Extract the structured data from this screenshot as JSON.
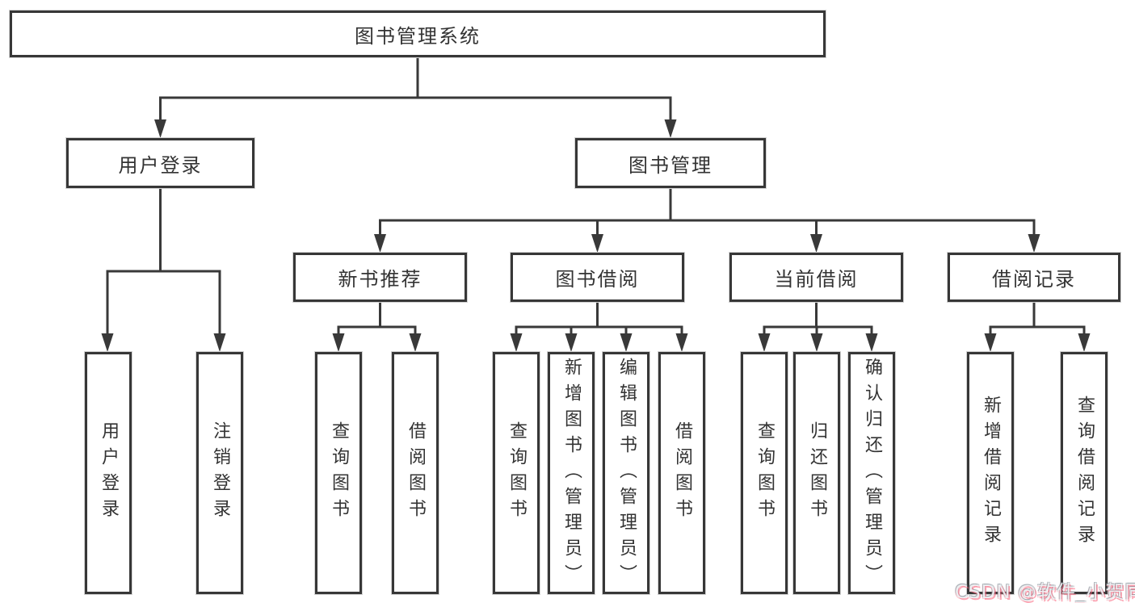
{
  "nodes": {
    "root": "图书管理系统",
    "user_login": "用户登录",
    "book_mgmt": "图书管理",
    "new_books": "新书推荐",
    "book_borrow": "图书借阅",
    "current_borrow": "当前借阅",
    "borrow_records": "借阅记录",
    "leaves": {
      "user_login": [
        "用户登录",
        "注销登录"
      ],
      "new_books": [
        "查询图书",
        "借阅图书"
      ],
      "book_borrow": [
        "查询图书",
        "新增图书（管理员）",
        "编辑图书（管理员）",
        "借阅图书"
      ],
      "current_borrow": [
        "查询图书",
        "归还图书",
        "确认归还（管理员）"
      ],
      "borrow_records": [
        "新增借阅记录",
        "查询借阅记录"
      ]
    }
  },
  "watermark": "CSDN @软件_小贺同学",
  "colors": {
    "line": "#393939",
    "box_border": "#373737",
    "text": "#333333",
    "watermark_pink": "#fa5f78"
  }
}
